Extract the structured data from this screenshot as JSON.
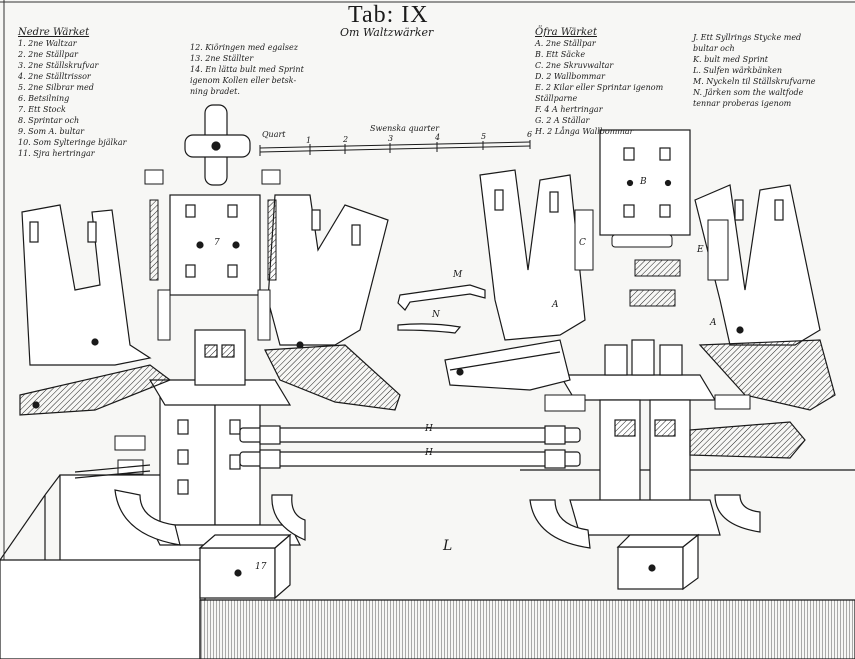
{
  "plate": {
    "title": "Tab: IX",
    "subtitle": "Om Waltzwärker"
  },
  "legend_left": {
    "heading": "Nedre Wärket",
    "items": [
      "1. 2ne Waltzar",
      "2. 2ne Ställpar",
      "3. 2ne Ställskrufvar",
      "4. 2ne Ställtrissor",
      "5. 2ne Silbrar med",
      "6. Betsilning",
      "7. Ett Stock",
      "8. Sprintar och",
      "9. Som A. bultar",
      "10. Som Sylteringe bjälkar",
      "11. Sjra hertringar"
    ]
  },
  "legend_middle": {
    "items": [
      "12. Kiöringen med egalsez",
      "13. 2ne Ställter",
      "14. En lätta bult med Sprint",
      "igenom Kollen eller betsk-",
      "ning bradet."
    ]
  },
  "legend_right": {
    "heading": "Öfra Wärket",
    "items": [
      "A. 2ne Ställpar",
      "B. Ett Säcke",
      "C. 2ne Skruvwaltar",
      "D. 2 Wallbommar",
      "E. 2 Kilar eller Sprintar igenom",
      "Ställparne",
      "F. 4 A hertringar",
      "G. 2 A Ställar",
      "H. 2 Långa Wallbommar"
    ]
  },
  "legend_far_right": {
    "items": [
      "J. Ett Syllrings Stycke med",
      "bultar och",
      "K. bult med Sprint",
      "L. Sulfen wärkbänken",
      "M. Nyckeln til Ställskrufvarne",
      "N. Järken som the waltfode",
      "tennar proberas igenom"
    ]
  },
  "scale": {
    "label_left": "Quart",
    "label_unit": "Swenska quarter",
    "ticks": [
      "1",
      "2",
      "3",
      "4",
      "5",
      "6"
    ]
  },
  "figure_marks": {
    "m_key": "M",
    "n_key": "N",
    "l_bench": "L",
    "h_upper": "H",
    "h_lower": "H",
    "b_plate": "B",
    "num_7": "7",
    "num_17": "17",
    "a_left": "A",
    "a_right": "A",
    "e_mark": "E",
    "c_mark": "C"
  },
  "colors": {
    "paper": "#f7f7f5",
    "ink": "#1a1a1a"
  }
}
